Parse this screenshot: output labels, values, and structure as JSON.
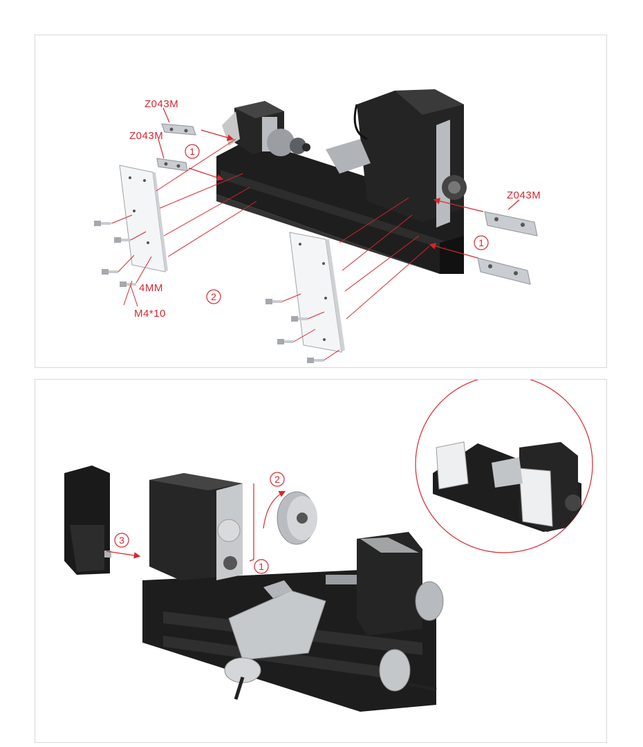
{
  "top_panel": {
    "part_labels": {
      "label_a": "Z043M",
      "label_b": "Z043M",
      "label_c": "Z043M",
      "washer": "4MM",
      "screw": "M4*10"
    },
    "callouts": {
      "step1_left": "1",
      "step1_right": "1",
      "step2": "2"
    }
  },
  "bottom_panel": {
    "callouts": {
      "step1": "1",
      "step2": "2",
      "step3": "3"
    }
  },
  "colors": {
    "annotation": "#d7262e",
    "machine_body": "#1c1c1c",
    "aluminium": "#c9ccd0",
    "panel_border": "#d9d9d9"
  }
}
